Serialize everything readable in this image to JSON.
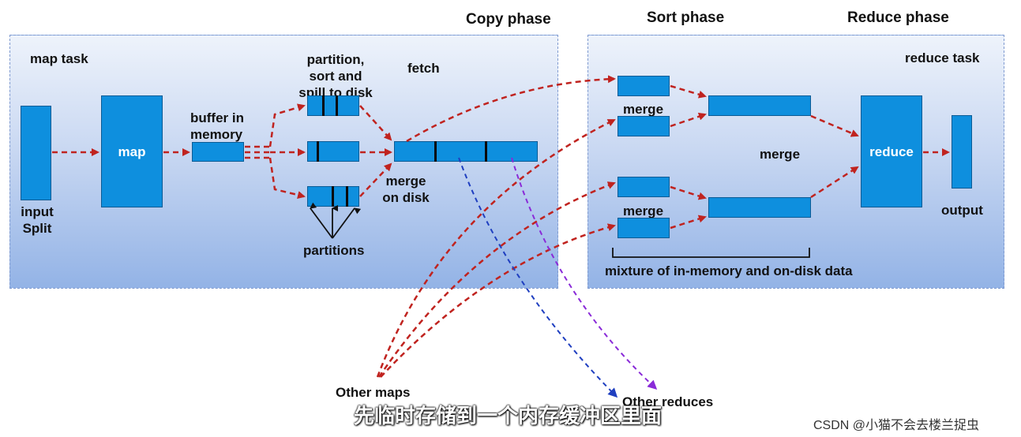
{
  "phases": {
    "copy": "Copy phase",
    "sort": "Sort phase",
    "reduce": "Reduce phase"
  },
  "map_side": {
    "title": "map task",
    "input_split": "input\nSplit",
    "map": "map",
    "buffer": "buffer in\nmemory",
    "partition": "partition,\nsort and\nspill to disk",
    "fetch": "fetch",
    "merge_on_disk": "merge\non disk",
    "partitions": "partitions"
  },
  "reduce_side": {
    "title": "reduce task",
    "merge_top": "merge",
    "merge_bottom": "merge",
    "merge_center": "merge",
    "reduce": "reduce",
    "output": "output",
    "mixture": "mixture of in-memory and on-disk data"
  },
  "other_maps": "Other maps",
  "other_reduces": "Other reduces",
  "subtitle": "先临时存储到一个内存缓冲区里面",
  "watermark": "CSDN @小猫不会去楼兰捉虫",
  "colors": {
    "box": "#0e8fde",
    "arrow_red": "#c0231f",
    "arrow_blue": "#1f3fc0",
    "arrow_purple": "#8a2bd8"
  }
}
